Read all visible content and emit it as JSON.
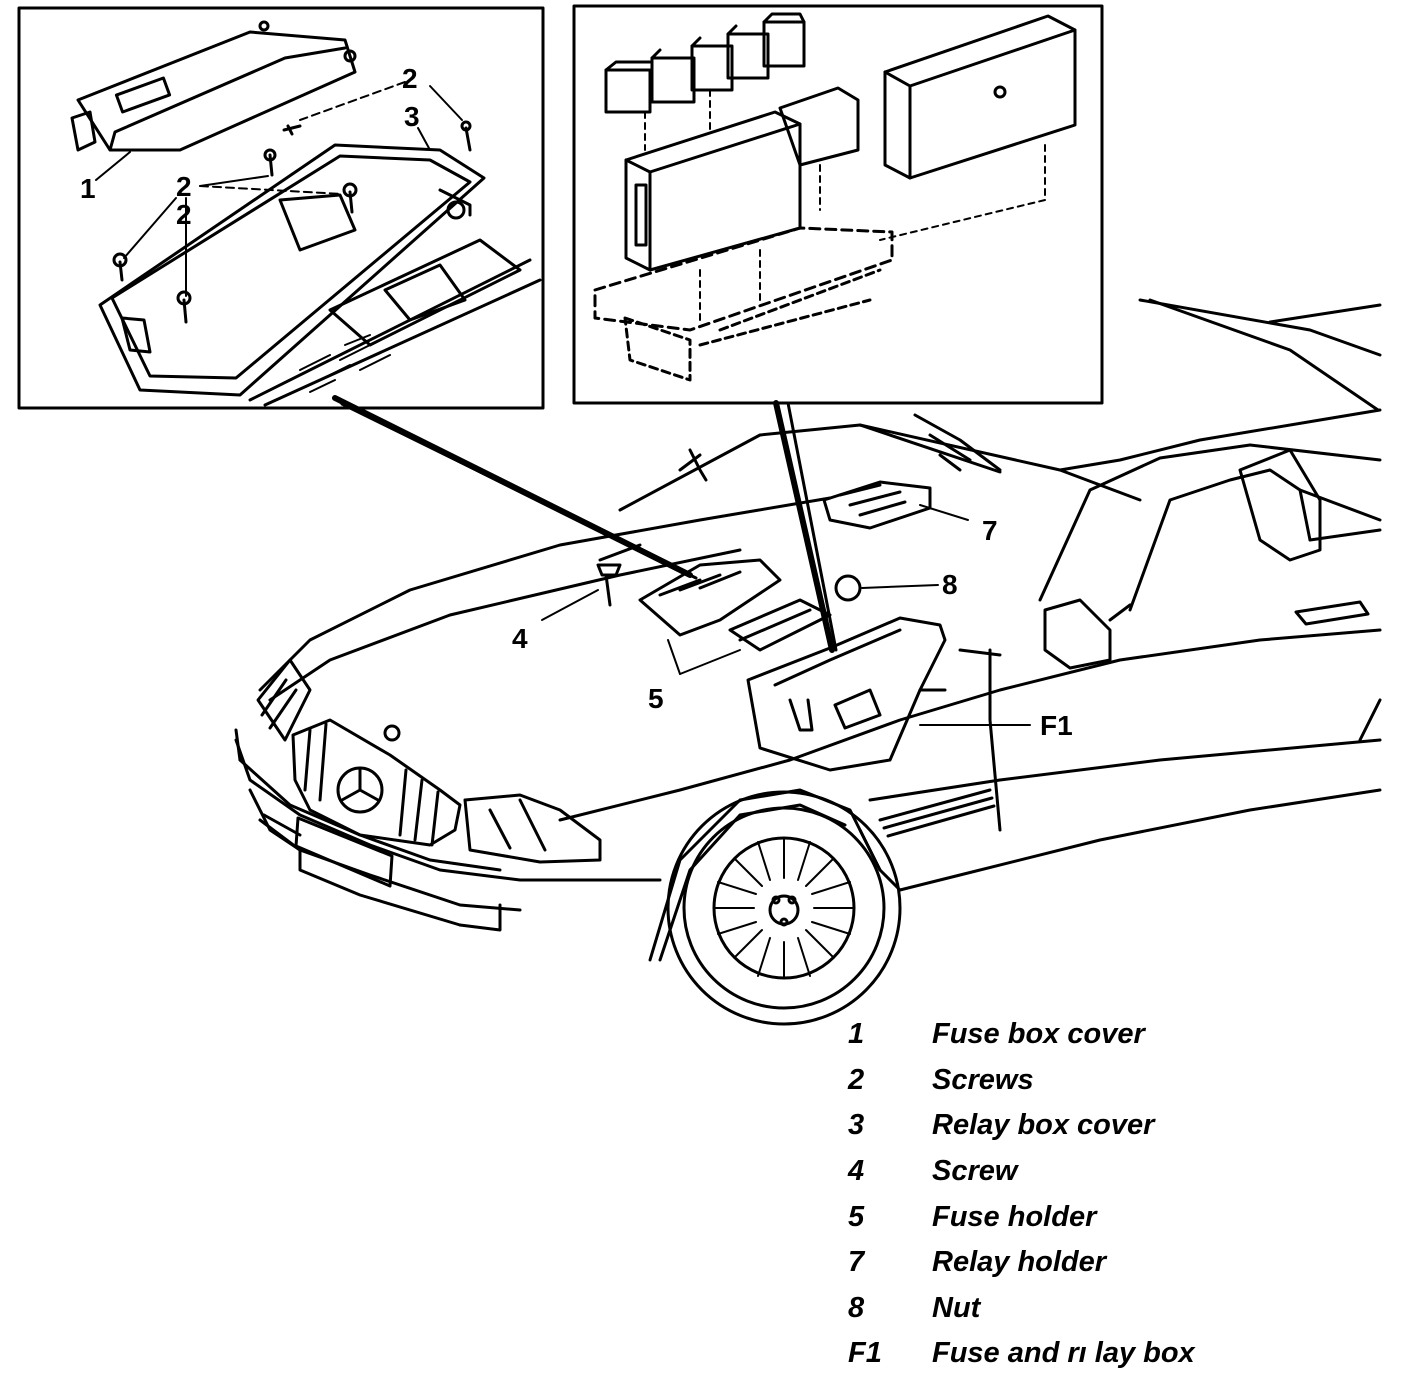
{
  "callouts": {
    "c1": "1",
    "c2a": "2",
    "c3": "3",
    "c2b": "2",
    "c2c": "2",
    "c4": "4",
    "c5": "5",
    "c7": "7",
    "c8": "8",
    "cF1": "F1"
  },
  "legend": [
    {
      "num": "1",
      "text": "Fuse box cover"
    },
    {
      "num": "2",
      "text": "Screws"
    },
    {
      "num": "3",
      "text": "Relay box cover"
    },
    {
      "num": "4",
      "text": "Screw"
    },
    {
      "num": "5",
      "text": "Fuse holder"
    },
    {
      "num": "7",
      "text": "Relay holder"
    },
    {
      "num": "8",
      "text": "Nut"
    },
    {
      "num": "F1",
      "text": "Fuse and rı lay box"
    }
  ]
}
